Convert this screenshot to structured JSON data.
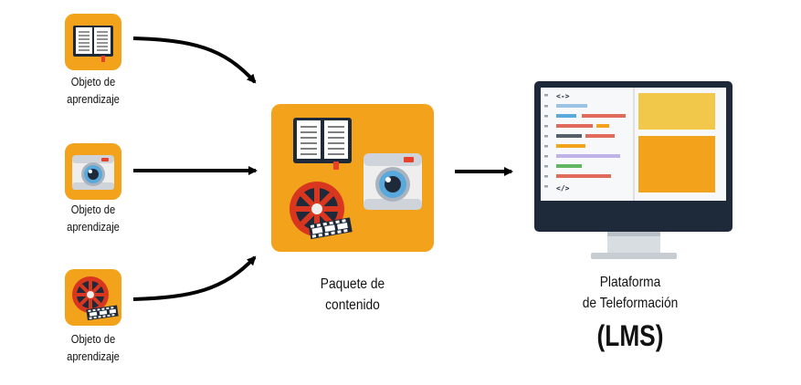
{
  "inputs": [
    {
      "line1": "Objeto de",
      "line2": "aprendizaje",
      "icon": "book-icon"
    },
    {
      "line1": "Objeto de",
      "line2": "aprendizaje",
      "icon": "camera-icon"
    },
    {
      "line1": "Objeto de",
      "line2": "aprendizaje",
      "icon": "film-reel-icon"
    }
  ],
  "package": {
    "line1": "Paquete de",
    "line2": "contenido",
    "icons": [
      "book-icon",
      "camera-icon",
      "film-reel-icon"
    ]
  },
  "lms": {
    "line1": "Plataforma",
    "line2": "de Teleformación",
    "abbr": "(LMS)",
    "icon": "monitor-icon"
  },
  "colors": {
    "tile": "#f2a21b",
    "screen": "#1e2a3a",
    "bookmark": "#e8402a",
    "reel": "#d9361f"
  }
}
